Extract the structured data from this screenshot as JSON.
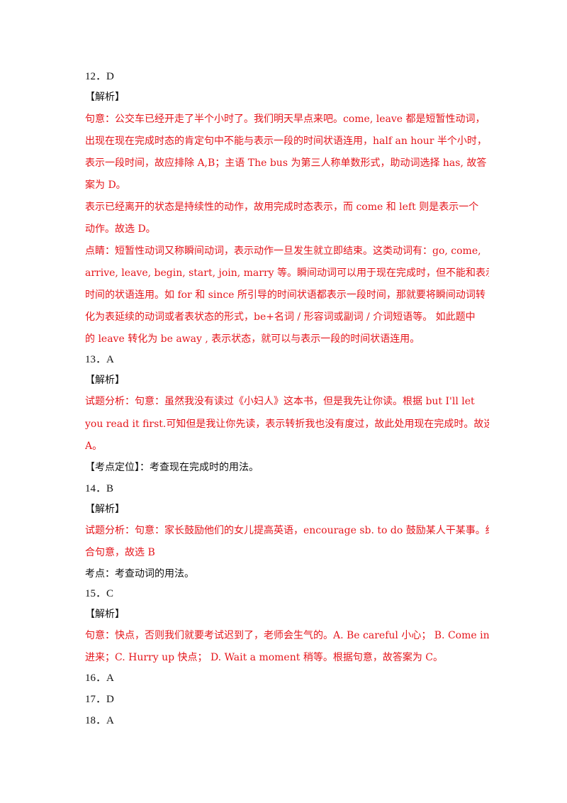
{
  "colors": {
    "answer": "#111111",
    "explanation": "#e5151b"
  },
  "q12": {
    "answer": "12．D",
    "tag": "【解析】",
    "l1": "句意：公交车已经开走了半个小时了。我们明天早点来吧。come, leave 都是短暂性动词，",
    "l2": "出现在现在完成时态的肯定句中不能与表示一段的时间状语连用，half an hour 半个小时，",
    "l3": "表示一段时间，故应排除 A,B；主语 The bus 为第三人称单数形式，助动词选择 has, 故答",
    "l4": "案为 D。",
    "l5": "表示已经离开的状态是持续性的动作，故用完成时态表示，而 come  和 left 则是表示一个",
    "l6": "动作。故选 D。",
    "l7": "点睛：短暂性动词又称瞬间动词，表示动作一旦发生就立即结束。这类动词有：go, come,",
    "l8": "arrive, leave, begin, start, join, marry  等。瞬间动词可以用于现在完成时，但不能和表示一段",
    "l9": "时间的状语连用。如 for 和 since 所引导的时间状语都表示一段时间，那就要将瞬间动词转",
    "l10": "化为表延续的动词或者表状态的形式，be+名词 / 形容词或副词 / 介词短语等。    如此题中",
    "l11": "的 leave 转化为 be away , 表示状态，就可以与表示一段的时间状语连用。"
  },
  "q13": {
    "answer": "13．A",
    "tag": "【解析】",
    "l1": "试题分析：句意：虽然我没有读过《小妇人》这本书，但是我先让你读。根据 but I'll let",
    "l2": "you read it first.可知但是我让你先读，表示转折我也没有度过，故此处用现在完成时。故选",
    "l3": "A。",
    "l4": "【考点定位】：考查现在完成时的用法。"
  },
  "q14": {
    "answer": "14．B",
    "tag": "【解析】",
    "l1": "试题分析：句意：家长鼓励他们的女儿提高英语，encourage sb. to do 鼓励某人干某事。结",
    "l2": "合句意，故选 B",
    "l3": "考点：考查动词的用法。"
  },
  "q15": {
    "answer": "15．C",
    "tag": "【解析】",
    "l1": "句意：快点，否则我们就要考试迟到了，老师会生气的。A. Be careful  小心；  B. Come in",
    "l2": "进来；C. Hurry up  快点；   D. Wait a moment 稍等。根据句意，故答案为 C。"
  },
  "q16": {
    "answer": "16．A"
  },
  "q17": {
    "answer": "17．D"
  },
  "q18": {
    "answer": "18．A"
  }
}
